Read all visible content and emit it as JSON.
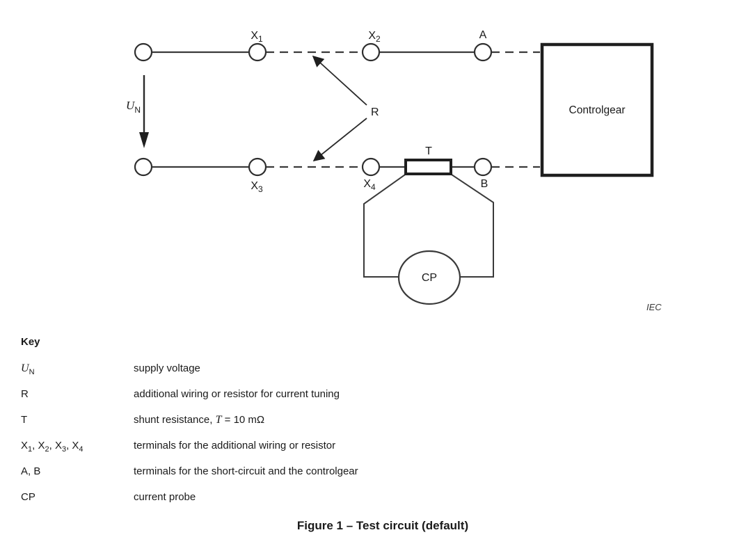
{
  "diagram": {
    "labels": {
      "x1": {
        "main": "X",
        "sub": "1"
      },
      "x2": {
        "main": "X",
        "sub": "2"
      },
      "x3": {
        "main": "X",
        "sub": "3"
      },
      "x4": {
        "main": "X",
        "sub": "4"
      },
      "a": "A",
      "b": "B",
      "t": "T",
      "r": "R",
      "cp": "CP",
      "un": {
        "main": "U",
        "sub": "N"
      },
      "controlgear": "Controlgear",
      "iec": "IEC"
    }
  },
  "key": {
    "heading": "Key",
    "rows": [
      {
        "symbol": [
          {
            "t": "U",
            "italic": true,
            "serif": true
          },
          {
            "t": "N",
            "sub": true
          }
        ],
        "description": [
          {
            "t": "supply voltage"
          }
        ]
      },
      {
        "symbol": [
          {
            "t": "R"
          }
        ],
        "description": [
          {
            "t": "additional wiring or resistor for current tuning"
          }
        ]
      },
      {
        "symbol": [
          {
            "t": "T"
          }
        ],
        "description": [
          {
            "t": "shunt resistance, "
          },
          {
            "t": "T",
            "italic": true,
            "serif": true
          },
          {
            "t": " = 10 mΩ"
          }
        ]
      },
      {
        "symbol": [
          {
            "t": "X"
          },
          {
            "t": "1",
            "sub": true
          },
          {
            "t": ", X"
          },
          {
            "t": "2",
            "sub": true
          },
          {
            "t": ", X"
          },
          {
            "t": "3",
            "sub": true
          },
          {
            "t": ", X"
          },
          {
            "t": "4",
            "sub": true
          }
        ],
        "description": [
          {
            "t": "terminals for the additional wiring or resistor"
          }
        ]
      },
      {
        "symbol": [
          {
            "t": "A, B"
          }
        ],
        "description": [
          {
            "t": "terminals for the short-circuit and the controlgear"
          }
        ]
      },
      {
        "symbol": [
          {
            "t": "CP"
          }
        ],
        "description": [
          {
            "t": "current probe"
          }
        ]
      }
    ]
  },
  "caption": "Figure 1 – Test circuit (default)",
  "colors": {
    "wire": "#3a3a3a",
    "thick_outline": "#1f1f1f",
    "text": "#1a1a1a"
  }
}
